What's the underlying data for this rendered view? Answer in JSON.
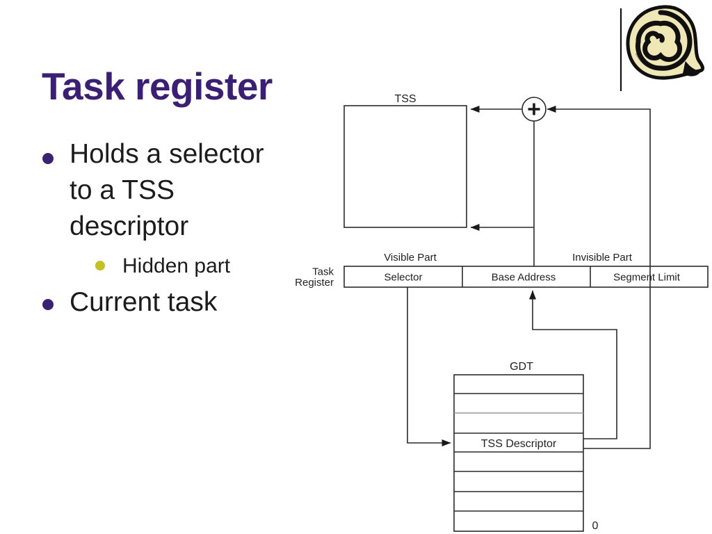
{
  "slide": {
    "title": "Task register",
    "bullets": {
      "item1": {
        "lines": [
          "Holds a selector",
          "to a TSS",
          "descriptor"
        ]
      },
      "sub1": "Hidden part",
      "item2": "Current task"
    }
  },
  "diagram": {
    "tss_label": "TSS",
    "adder_symbol": "+",
    "visible_part": "Visible Part",
    "invisible_part": "Invisible Part",
    "register_label_line1": "Task",
    "register_label_line2": "Register",
    "cells": [
      "Selector",
      "Base Address",
      "Segment Limit"
    ],
    "gdt_label": "GDT",
    "tss_descriptor_label": "TSS Descriptor",
    "zero_label": "0"
  },
  "icons": {
    "adder": "plus-icon",
    "decoration": "spiral-shell-image"
  },
  "colors": {
    "title": "#3A1E78",
    "text": "#1c1c1c",
    "bullet_dot": "#3A2173",
    "sub_bullet_dot": "#C5C21F",
    "diagram_line": "#2a2a2a",
    "shell_fill": "#EFE8B4"
  }
}
